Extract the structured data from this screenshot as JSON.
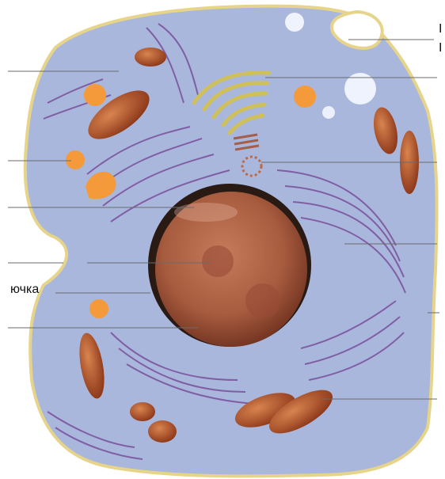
{
  "diagram": {
    "labels": {
      "left_partial_label": "ючка",
      "right_top_partial_1": "I",
      "right_top_partial_2": "I"
    },
    "colors": {
      "background": "#ffffff",
      "cytoplasm": "#a9b7dc",
      "membrane": "#e6d48a",
      "er": "#7a4f9a",
      "nucleus": "#b46a4a",
      "nucleus_shadow": "#2a1a14",
      "mitochondria": "#b0552a",
      "golgi": "#e1d16a",
      "vacuole": "#f2f6ff",
      "lysosome": "#f59a3a",
      "leader_line": "#6b6b6b"
    },
    "icons": [
      "cell-illustration"
    ]
  }
}
